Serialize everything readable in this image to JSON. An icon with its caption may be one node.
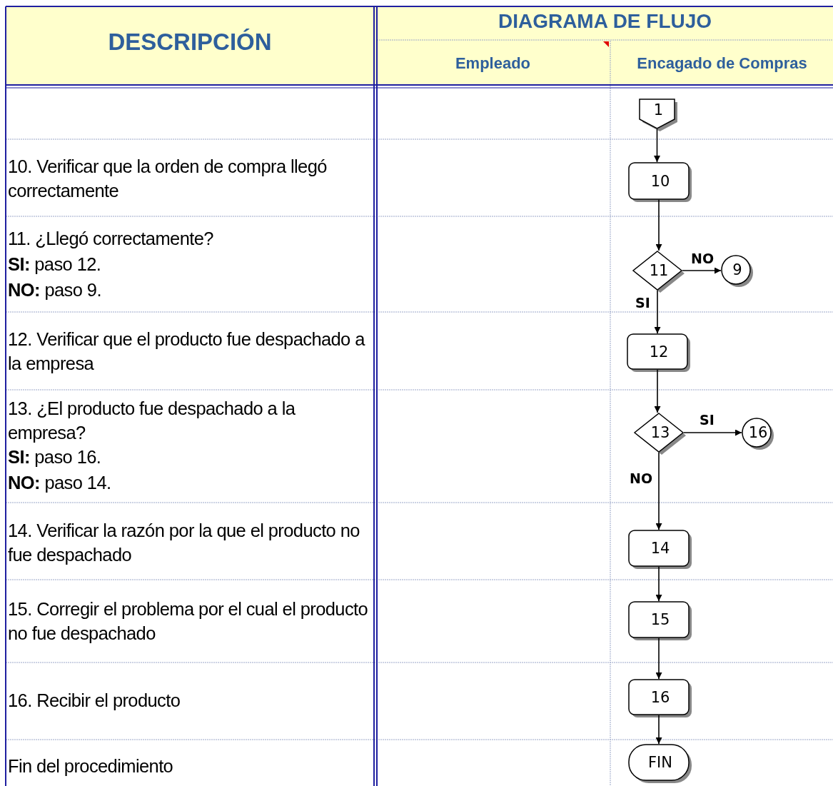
{
  "diagram": {
    "nodes": [
      {
        "text": [
          "1"
        ]
      },
      {
        "text": [
          "10"
        ]
      },
      {
        "text": [
          "11"
        ]
      },
      {
        "text": [
          "9"
        ]
      },
      {
        "text": [
          "12"
        ]
      },
      {
        "text": [
          "13"
        ]
      },
      {
        "text": [
          "16"
        ]
      },
      {
        "text": [
          "14"
        ]
      },
      {
        "text": [
          "15"
        ]
      },
      {
        "text": [
          "16"
        ]
      },
      {
        "text": [
          "FIN"
        ]
      }
    ],
    "edges": [
      {
        "from": 0,
        "to": 1,
        "arrow": "to"
      },
      {
        "from": 1,
        "to": 2,
        "arrow": "to"
      },
      {
        "from": 2,
        "to": 3,
        "arrow": "to",
        "label": "NO"
      },
      {
        "from": 2,
        "to": 4,
        "arrow": "to",
        "label": "SI"
      },
      {
        "from": 4,
        "to": 5,
        "arrow": "to"
      },
      {
        "from": 5,
        "to": 6,
        "arrow": "to",
        "label": "SI"
      },
      {
        "from": 5,
        "to": 7,
        "arrow": "to",
        "label": "NO"
      },
      {
        "from": 7,
        "to": 8,
        "arrow": "to"
      },
      {
        "from": 8,
        "to": 9,
        "arrow": "to"
      },
      {
        "from": 9,
        "to": 10,
        "arrow": "to"
      }
    ],
    "labels": [
      "DESCRIPCIÓN",
      "DIAGRAMA DE FLUJO",
      "Empleado",
      "Encagado de Compras",
      "10. Verificar que la orden de compra llegó correctamente",
      "11. ¿Llegó correctamente?",
      "**SI:** paso 12.",
      "**NO:** paso 9.",
      "12. Verificar que el producto fue despachado a la empresa",
      "13. ¿El producto fue despachado a la empresa?",
      "**SI:** paso 16.",
      "**NO:** paso 14.",
      "14. Verificar la razón por la que el producto no fue despachado",
      "15. Corregir el problema por el cual el producto no fue despachado",
      "16. Recibir el producto",
      "Fin del procedimiento"
    ]
  }
}
